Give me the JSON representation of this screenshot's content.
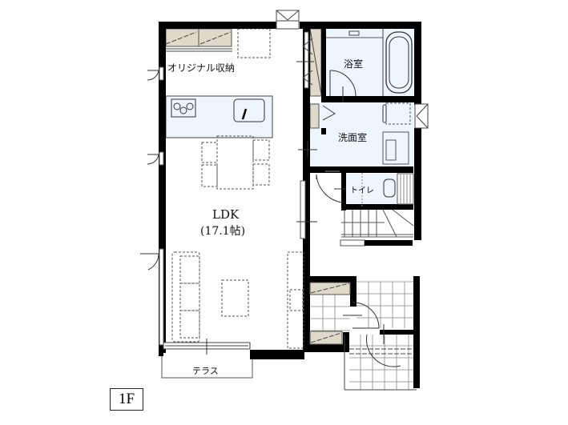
{
  "floor_label": "1F",
  "rooms": {
    "ldk": {
      "name": "LDK",
      "area": "(17.1帖)"
    },
    "storage": {
      "name": "オリジナル収納"
    },
    "bath": {
      "name": "浴室"
    },
    "washroom": {
      "name": "洗面室"
    },
    "toilet": {
      "name": "トイレ"
    },
    "terrace": {
      "name": "テラス"
    }
  },
  "colors": {
    "wall": "#000000",
    "wet_area": "#eef6fd",
    "storage_fill": "#ded9c9",
    "line": "#333333",
    "dashed": "#555555"
  }
}
